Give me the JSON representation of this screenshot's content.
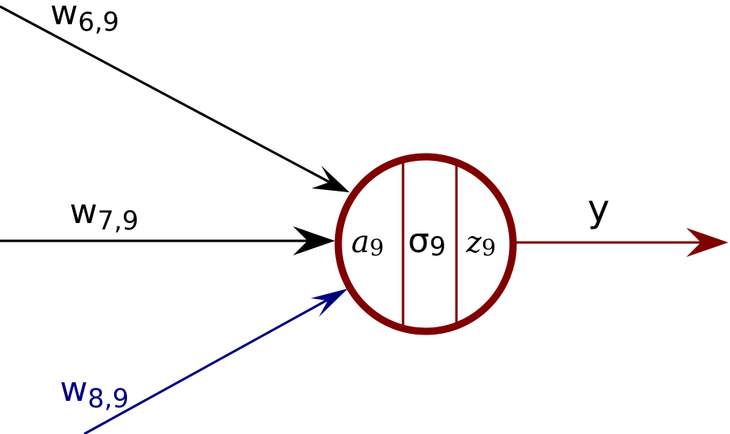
{
  "colors": {
    "black": "#000000",
    "navy": "#00007f",
    "darkred": "#7f0000"
  },
  "inputs": [
    {
      "weight_base": "w",
      "weight_sub": "6,9"
    },
    {
      "weight_base": "w",
      "weight_sub": "7,9"
    },
    {
      "weight_base": "w",
      "weight_sub": "8,9"
    }
  ],
  "neuron": {
    "activation_base": "a",
    "activation_sub": "9",
    "function_base": "σ",
    "function_sub": "9",
    "output_base": "z",
    "output_sub": "9"
  },
  "output": {
    "label": "y"
  }
}
